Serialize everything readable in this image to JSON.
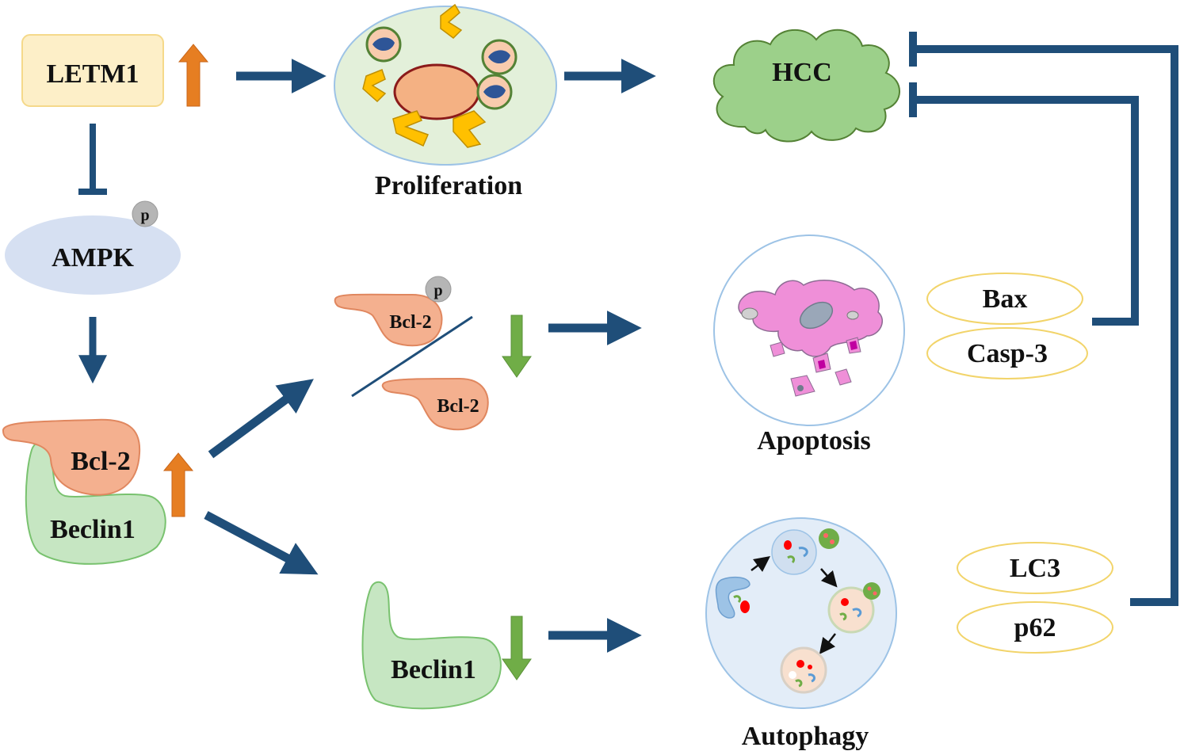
{
  "colors": {
    "arrow": "#1f4e79",
    "up_arrow": "#e67e22",
    "down_arrow": "#70ad47",
    "letm1_fill": "#fdefc8",
    "ampk_fill": "#d6e0f2",
    "bcl2_fill": "#f4b08f",
    "beclin_fill": "#c6e6c2",
    "hcc_fill": "#9cd08a",
    "cell_fill": "#e3f0da",
    "apoptosis_fill": "#ef8fd8",
    "autophagy_fill": "#e3edf8",
    "oval_stroke": "#f2d46a"
  },
  "nodes": {
    "letm1": "LETM1",
    "ampk": "AMPK",
    "phospho": "p",
    "bcl2": "Bcl-2",
    "beclin1": "Beclin1",
    "hcc": "HCC"
  },
  "processes": {
    "proliferation": "Proliferation",
    "apoptosis": "Apoptosis",
    "autophagy": "Autophagy"
  },
  "markers": {
    "apoptosis": [
      "Bax",
      "Casp-3"
    ],
    "autophagy": [
      "LC3",
      "p62"
    ]
  },
  "icons": {
    "up": "up-arrow-icon",
    "down": "down-arrow-icon",
    "activate": "arrow-icon",
    "inhibit": "inhibition-bar-icon"
  }
}
